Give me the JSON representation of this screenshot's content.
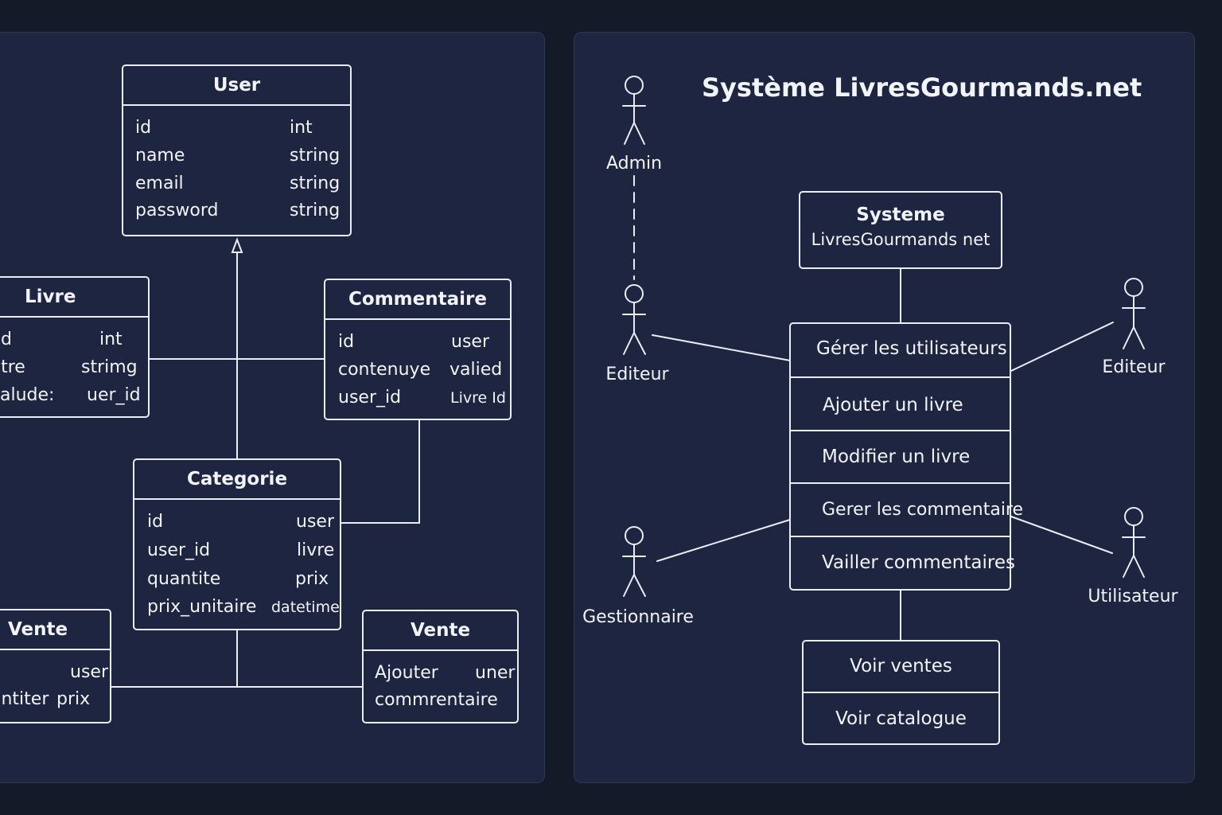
{
  "class_diagram": {
    "user": {
      "title": "User",
      "fields": [
        {
          "name": "id",
          "type": "int"
        },
        {
          "name": "name",
          "type": "string"
        },
        {
          "name": "email",
          "type": "string"
        },
        {
          "name": "password",
          "type": "string"
        }
      ]
    },
    "livre": {
      "title": "Livre",
      "fields": [
        {
          "name": "d",
          "type": "int"
        },
        {
          "name": "itre",
          "type": "strimg"
        },
        {
          "name": "valude:",
          "type": "uer_id"
        }
      ]
    },
    "commentaire": {
      "title": "Commentaire",
      "fields": [
        {
          "name": "id",
          "type": "user"
        },
        {
          "name": "contenuye",
          "type": "valied"
        },
        {
          "name": "user_id",
          "type": "Livre Id"
        }
      ]
    },
    "categorie": {
      "title": "Categorie",
      "fields": [
        {
          "name": "id",
          "type": "user"
        },
        {
          "name": "user_id",
          "type": "livre"
        },
        {
          "name": "quantite",
          "type": "prix"
        },
        {
          "name": "prix_unitaire",
          "type": "datetime"
        }
      ]
    },
    "vente_left": {
      "title": "Vente",
      "fields": [
        {
          "name": "",
          "type": "user"
        },
        {
          "name": "antiter",
          "type": "prix"
        }
      ]
    },
    "vente_right": {
      "title": "Vente",
      "fields": [
        {
          "name": "Ajouter",
          "type": "uner"
        },
        {
          "name": "commrentaire",
          "type": ""
        }
      ]
    }
  },
  "use_case_diagram": {
    "title": "Système  LivresGourmands.net",
    "system_box": {
      "line1": "Systeme",
      "line2": "LivresGourmands net"
    },
    "use_cases": [
      "Gérer les utilisateurs",
      "Ajouter un livre",
      "Modifier un livre",
      "Gerer les commentaire",
      "Vailler commentaires"
    ],
    "bottom_cases": [
      "Voir ventes",
      "Voir catalogue"
    ],
    "actors": {
      "admin": "Admin",
      "editeur_left": "Editeur",
      "gestionnaire": "Gestionnaire",
      "editeur_right": "Editeur",
      "utilisateur": "Utilisateur"
    }
  },
  "colors": {
    "background": "#151a29",
    "panel": "#1e2540",
    "line": "#e9edf5"
  }
}
